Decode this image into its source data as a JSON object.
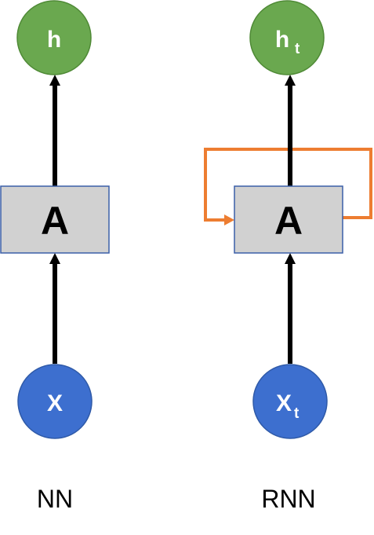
{
  "colors": {
    "output_node": "#6aa84f",
    "output_node_stroke": "#4f8a36",
    "input_node": "#3d6fcf",
    "input_node_stroke": "#2f5aa8",
    "box_fill": "#d1d1d1",
    "box_stroke": "#3a5fa8",
    "arrow": "#000000",
    "recurrent_loop": "#ed7d31",
    "node_text": "#ffffff"
  },
  "nn": {
    "output_label": "h",
    "box_label": "A",
    "input_label": "X",
    "caption": "NN"
  },
  "rnn": {
    "output_label": "h",
    "output_subscript": "t",
    "box_label": "A",
    "input_label": "X",
    "input_subscript": "t",
    "caption": "RNN"
  }
}
